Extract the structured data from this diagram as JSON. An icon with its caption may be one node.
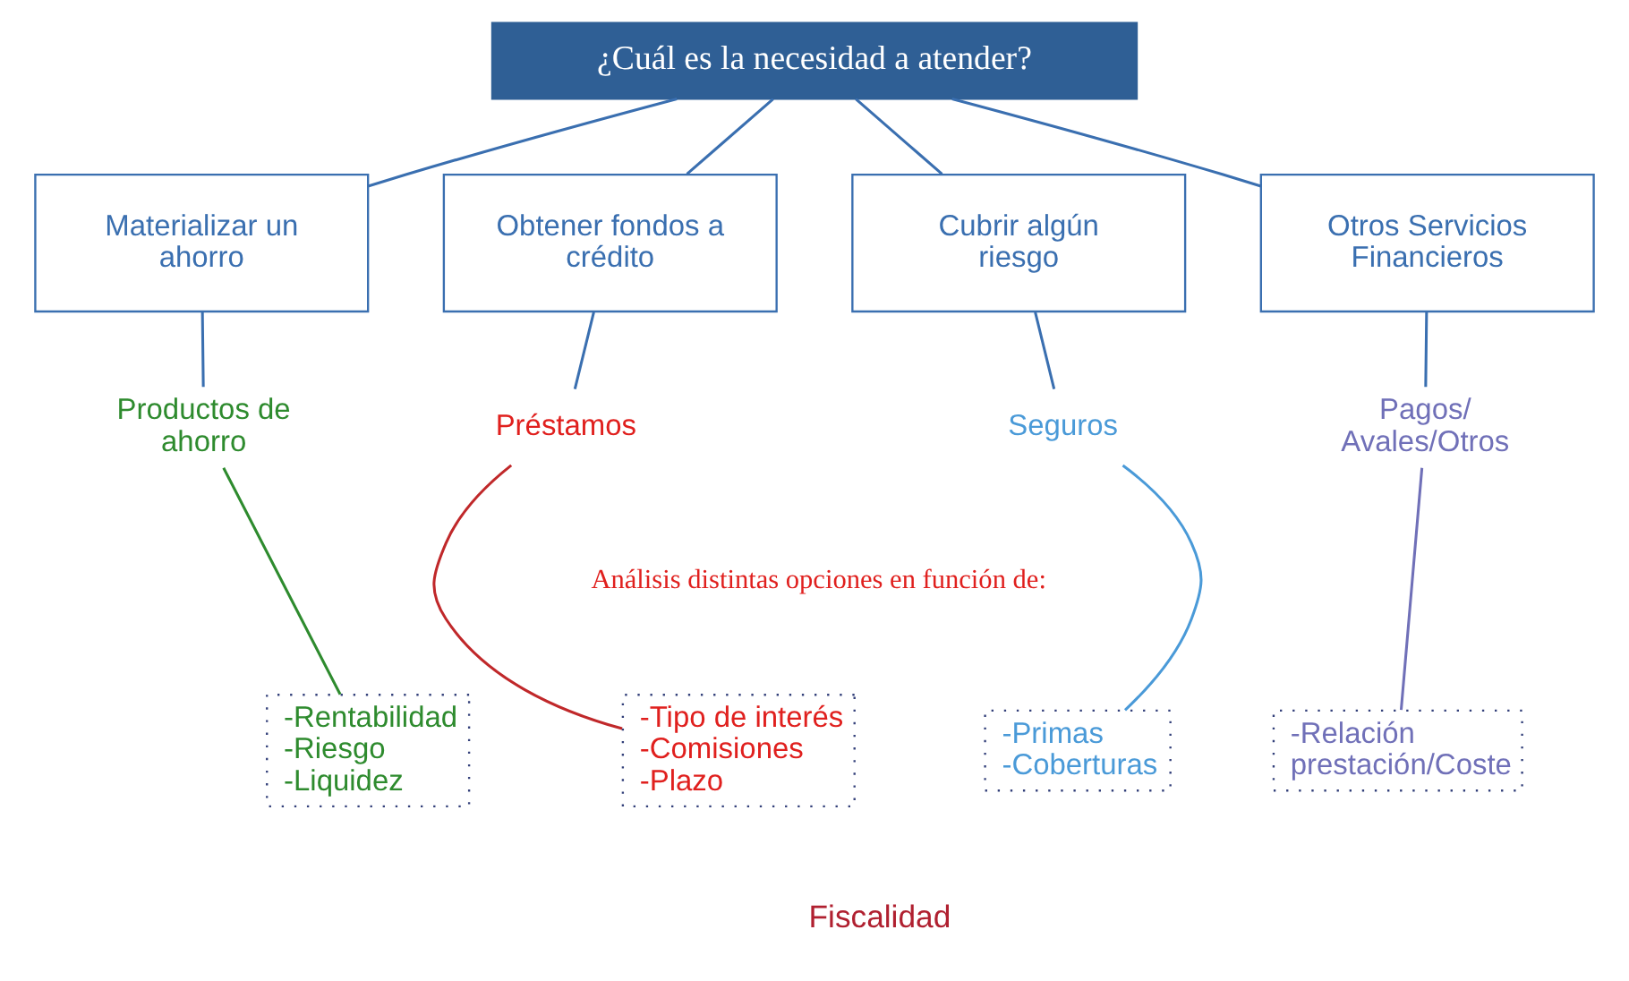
{
  "diagram": {
    "nodes": [
      {
        "text": [
          "¿Cuál es la necesidad a atender?"
        ]
      },
      {
        "text": [
          "Materializar un ahorro"
        ]
      },
      {
        "text": [
          "Obtener fondos a crédito"
        ]
      },
      {
        "text": [
          "Cubrir algún riesgo"
        ]
      },
      {
        "text": [
          "Otros Servicios Financieros"
        ]
      },
      {
        "text": [
          "Productos de ahorro"
        ]
      },
      {
        "text": [
          "Préstamos"
        ]
      },
      {
        "text": [
          "Seguros"
        ]
      },
      {
        "text": [
          "Pagos/ Avales/Otros"
        ]
      },
      {
        "text": [
          "-Rentabilidad",
          "-Riesgo",
          "-Liquidez"
        ]
      },
      {
        "text": [
          "-Tipo de interés",
          "-Comisiones",
          "-Plazo"
        ]
      },
      {
        "text": [
          "-Primas",
          "-Coberturas"
        ]
      },
      {
        "text": [
          "-Relación prestación/Coste"
        ]
      }
    ],
    "edges": [
      {
        "from": 0,
        "to": 1,
        "arrow": "none"
      },
      {
        "from": 0,
        "to": 2,
        "arrow": "none"
      },
      {
        "from": 0,
        "to": 3,
        "arrow": "none"
      },
      {
        "from": 0,
        "to": 4,
        "arrow": "none"
      },
      {
        "from": 1,
        "to": 5,
        "arrow": "none"
      },
      {
        "from": 2,
        "to": 6,
        "arrow": "none"
      },
      {
        "from": 3,
        "to": 7,
        "arrow": "none"
      },
      {
        "from": 4,
        "to": 8,
        "arrow": "none"
      },
      {
        "from": 5,
        "to": 9,
        "arrow": "none",
        "color": "#2e8b2e"
      },
      {
        "from": 6,
        "to": 10,
        "arrow": "none",
        "color": "#c0282a"
      },
      {
        "from": 7,
        "to": 11,
        "arrow": "none",
        "color": "#4a9ad8"
      },
      {
        "from": 8,
        "to": 12,
        "arrow": "none",
        "color": "#7070b8"
      }
    ],
    "labels": [
      "Análisis distintas opciones en función de:",
      "Fiscalidad"
    ]
  }
}
